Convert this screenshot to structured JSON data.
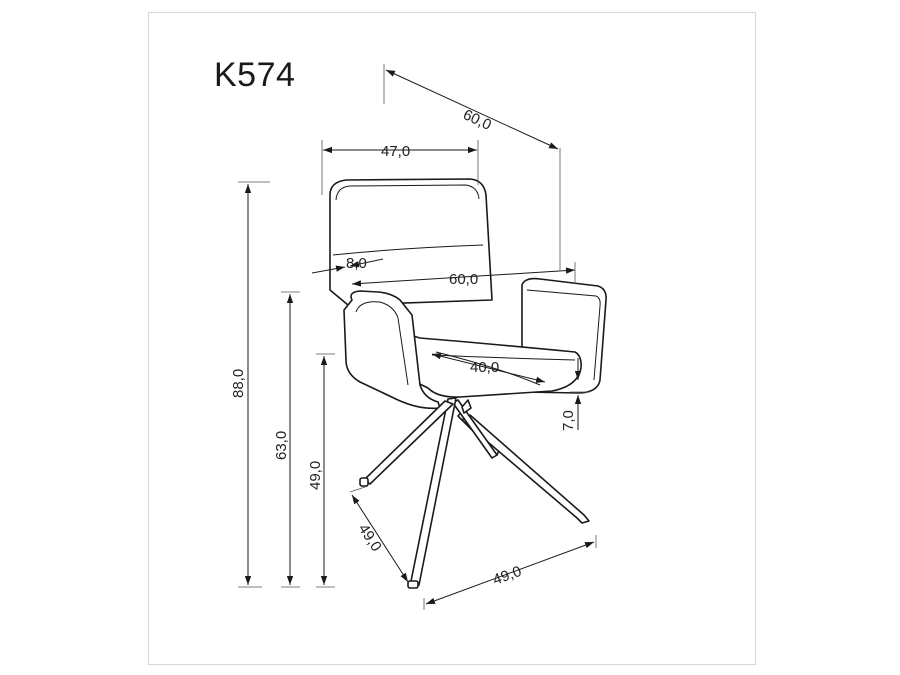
{
  "model": "K574",
  "dimensions": {
    "depth_top": "60,0",
    "width_top": "47,0",
    "arm_width": "8,0",
    "width_arms": "60,0",
    "seat_depth": "40,0",
    "arm_height": "7,0",
    "total_height": "88,0",
    "arm_floor_height": "63,0",
    "seat_height": "49,0",
    "base_depth": "49,0",
    "base_width": "49,0"
  },
  "colors": {
    "line": "#1a1a1a",
    "frame": "#d6d6d6"
  }
}
